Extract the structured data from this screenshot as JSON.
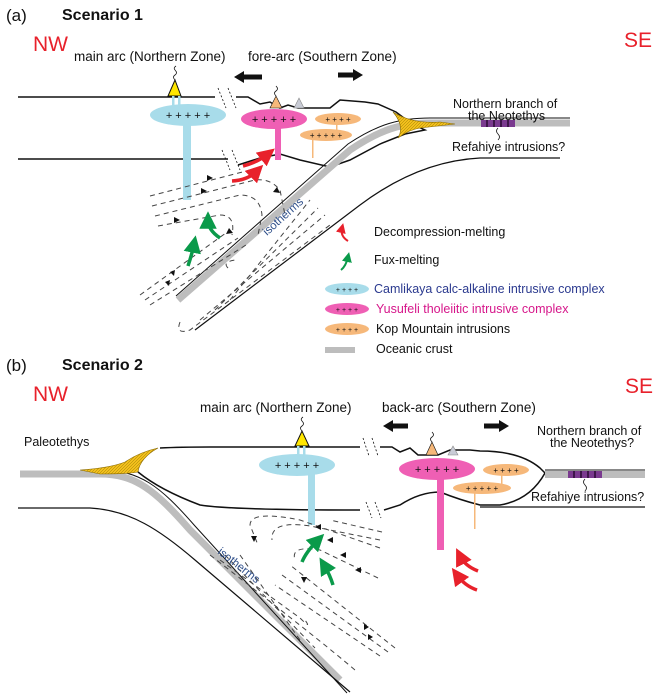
{
  "figure": {
    "panel_a": {
      "letter": "(a)",
      "title": "Scenario 1",
      "left_direction": "NW",
      "right_direction": "SE",
      "main_arc_label": "main arc (Northern Zone)",
      "second_arc_label": "fore-arc (Southern Zone)",
      "ocean_label_line1": "Northern branch of",
      "ocean_label_line2": "the Neotethys",
      "refahiye_label": "Refahiye intrusions?",
      "isotherms_label": "isotherms"
    },
    "panel_b": {
      "letter": "(b)",
      "title": "Scenario 2",
      "left_direction": "NW",
      "right_direction": "SE",
      "paleotethys_label": "Paleotethys",
      "main_arc_label": "main arc (Northern Zone)",
      "second_arc_label": "back-arc (Southern Zone)",
      "ocean_label_line1": "Northern branch of",
      "ocean_label_line2": "the Neotethys?",
      "refahiye_label": "Refahiye intrusions?",
      "isotherms_label": "isotherms"
    },
    "legend": [
      {
        "symbol": "red-arrow",
        "label": "Decompression-melting",
        "color": "#e8212b"
      },
      {
        "symbol": "green-arrow",
        "label": "Fux-melting",
        "color": "#0a9a4a"
      },
      {
        "symbol": "blue-ellipse",
        "label": "Camlikaya calc-alkaline intrusive complex",
        "color": "#a8dcea",
        "text_color": "#2b3a8f"
      },
      {
        "symbol": "pink-ellipse",
        "label": "Yusufeli tholeiitic intrusive complex",
        "color": "#ef5fb4",
        "text_color": "#d6168a"
      },
      {
        "symbol": "orange-ellipse",
        "label": "Kop Mountain intrusions",
        "color": "#f6b87a",
        "text_color": "#111111"
      },
      {
        "symbol": "gray-bar",
        "label": "Oceanic crust",
        "color": "#bdbdbd",
        "text_color": "#111111"
      }
    ],
    "colors": {
      "direction": "#e8212b",
      "volcano_main": "#ffe600",
      "volcano_secondary": "#f6b87a",
      "volcano_tertiary": "#c9ccd6",
      "accretionary_wedge": "#f2c01c",
      "refahiye": "#7a3a8f",
      "oceanic_crust": "#bdbdbd"
    }
  }
}
